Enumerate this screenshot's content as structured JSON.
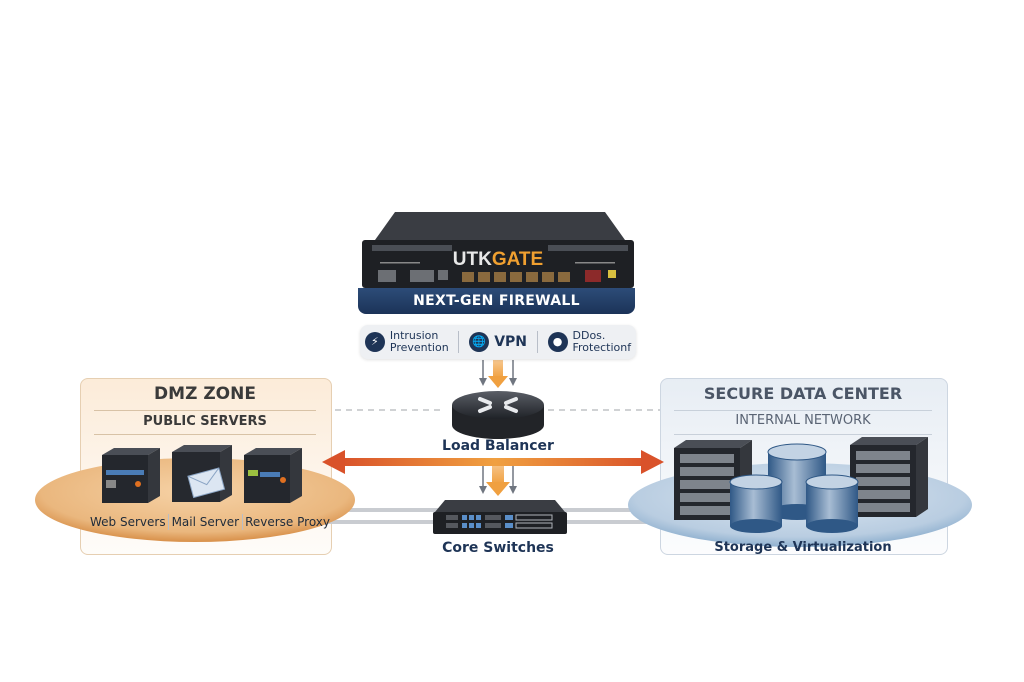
{
  "firewall": {
    "brand_prefix": "UTK",
    "brand_suffix": "GATE",
    "label": "NEXT-GEN FIREWALL",
    "features": [
      {
        "icon": "lightning-icon",
        "line1": "Intrusion",
        "line2": "Prevention"
      },
      {
        "icon": "globe-icon",
        "line1": "VPN",
        "line2": ""
      },
      {
        "icon": "shield-drop-icon",
        "line1": "DDos.",
        "line2": "Frotectionf"
      }
    ]
  },
  "load_balancer": {
    "label": "Load Balancer"
  },
  "core_switches": {
    "label": "Core Switches"
  },
  "dmz": {
    "title": "DMZ ZONE",
    "subtitle": "PUBLIC SERVERS",
    "servers": [
      "Web Servers",
      "Mail Server",
      "Reverse Proxy"
    ]
  },
  "datacenter": {
    "title": "SECURE DATA CENTER",
    "subtitle": "INTERNAL NETWORK",
    "caption": "Storage & Virtualization"
  },
  "colors": {
    "navy": "#1e3456",
    "accent_orange": "#e8a040",
    "arrow_red": "#d9522a",
    "dmz_tint": "#fbe8d2",
    "dc_tint": "#e3eaf2"
  }
}
